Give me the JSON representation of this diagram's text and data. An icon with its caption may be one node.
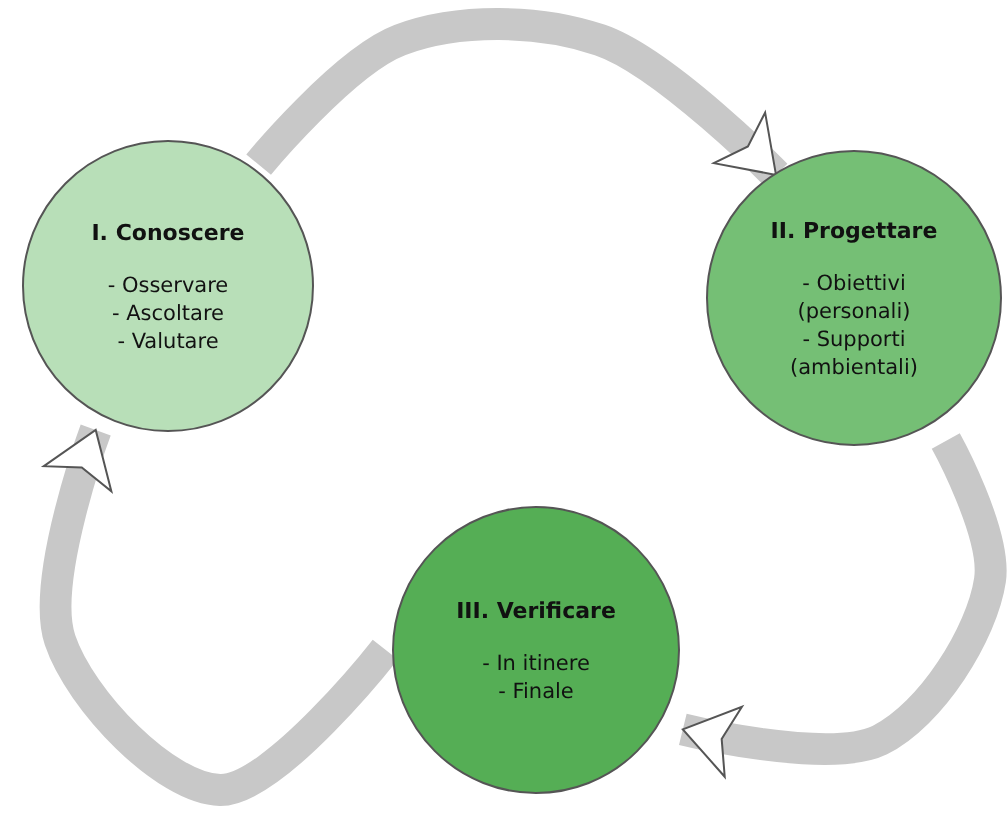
{
  "diagram": {
    "nodes": [
      {
        "text": [
          "I. Conoscere",
          "- Osservare",
          "- Ascoltare",
          "- Valutare"
        ]
      },
      {
        "text": [
          "II. Progettare",
          "- Obiettivi (personali)",
          "- Supporti (ambientali)"
        ]
      },
      {
        "text": [
          "III. Verificare",
          "- In itinere",
          "- Finale"
        ]
      }
    ],
    "edges": [
      {
        "from": 0,
        "to": 1,
        "arrow": "to"
      },
      {
        "from": 1,
        "to": 2,
        "arrow": "to"
      },
      {
        "from": 2,
        "to": 0,
        "arrow": "to"
      }
    ]
  }
}
